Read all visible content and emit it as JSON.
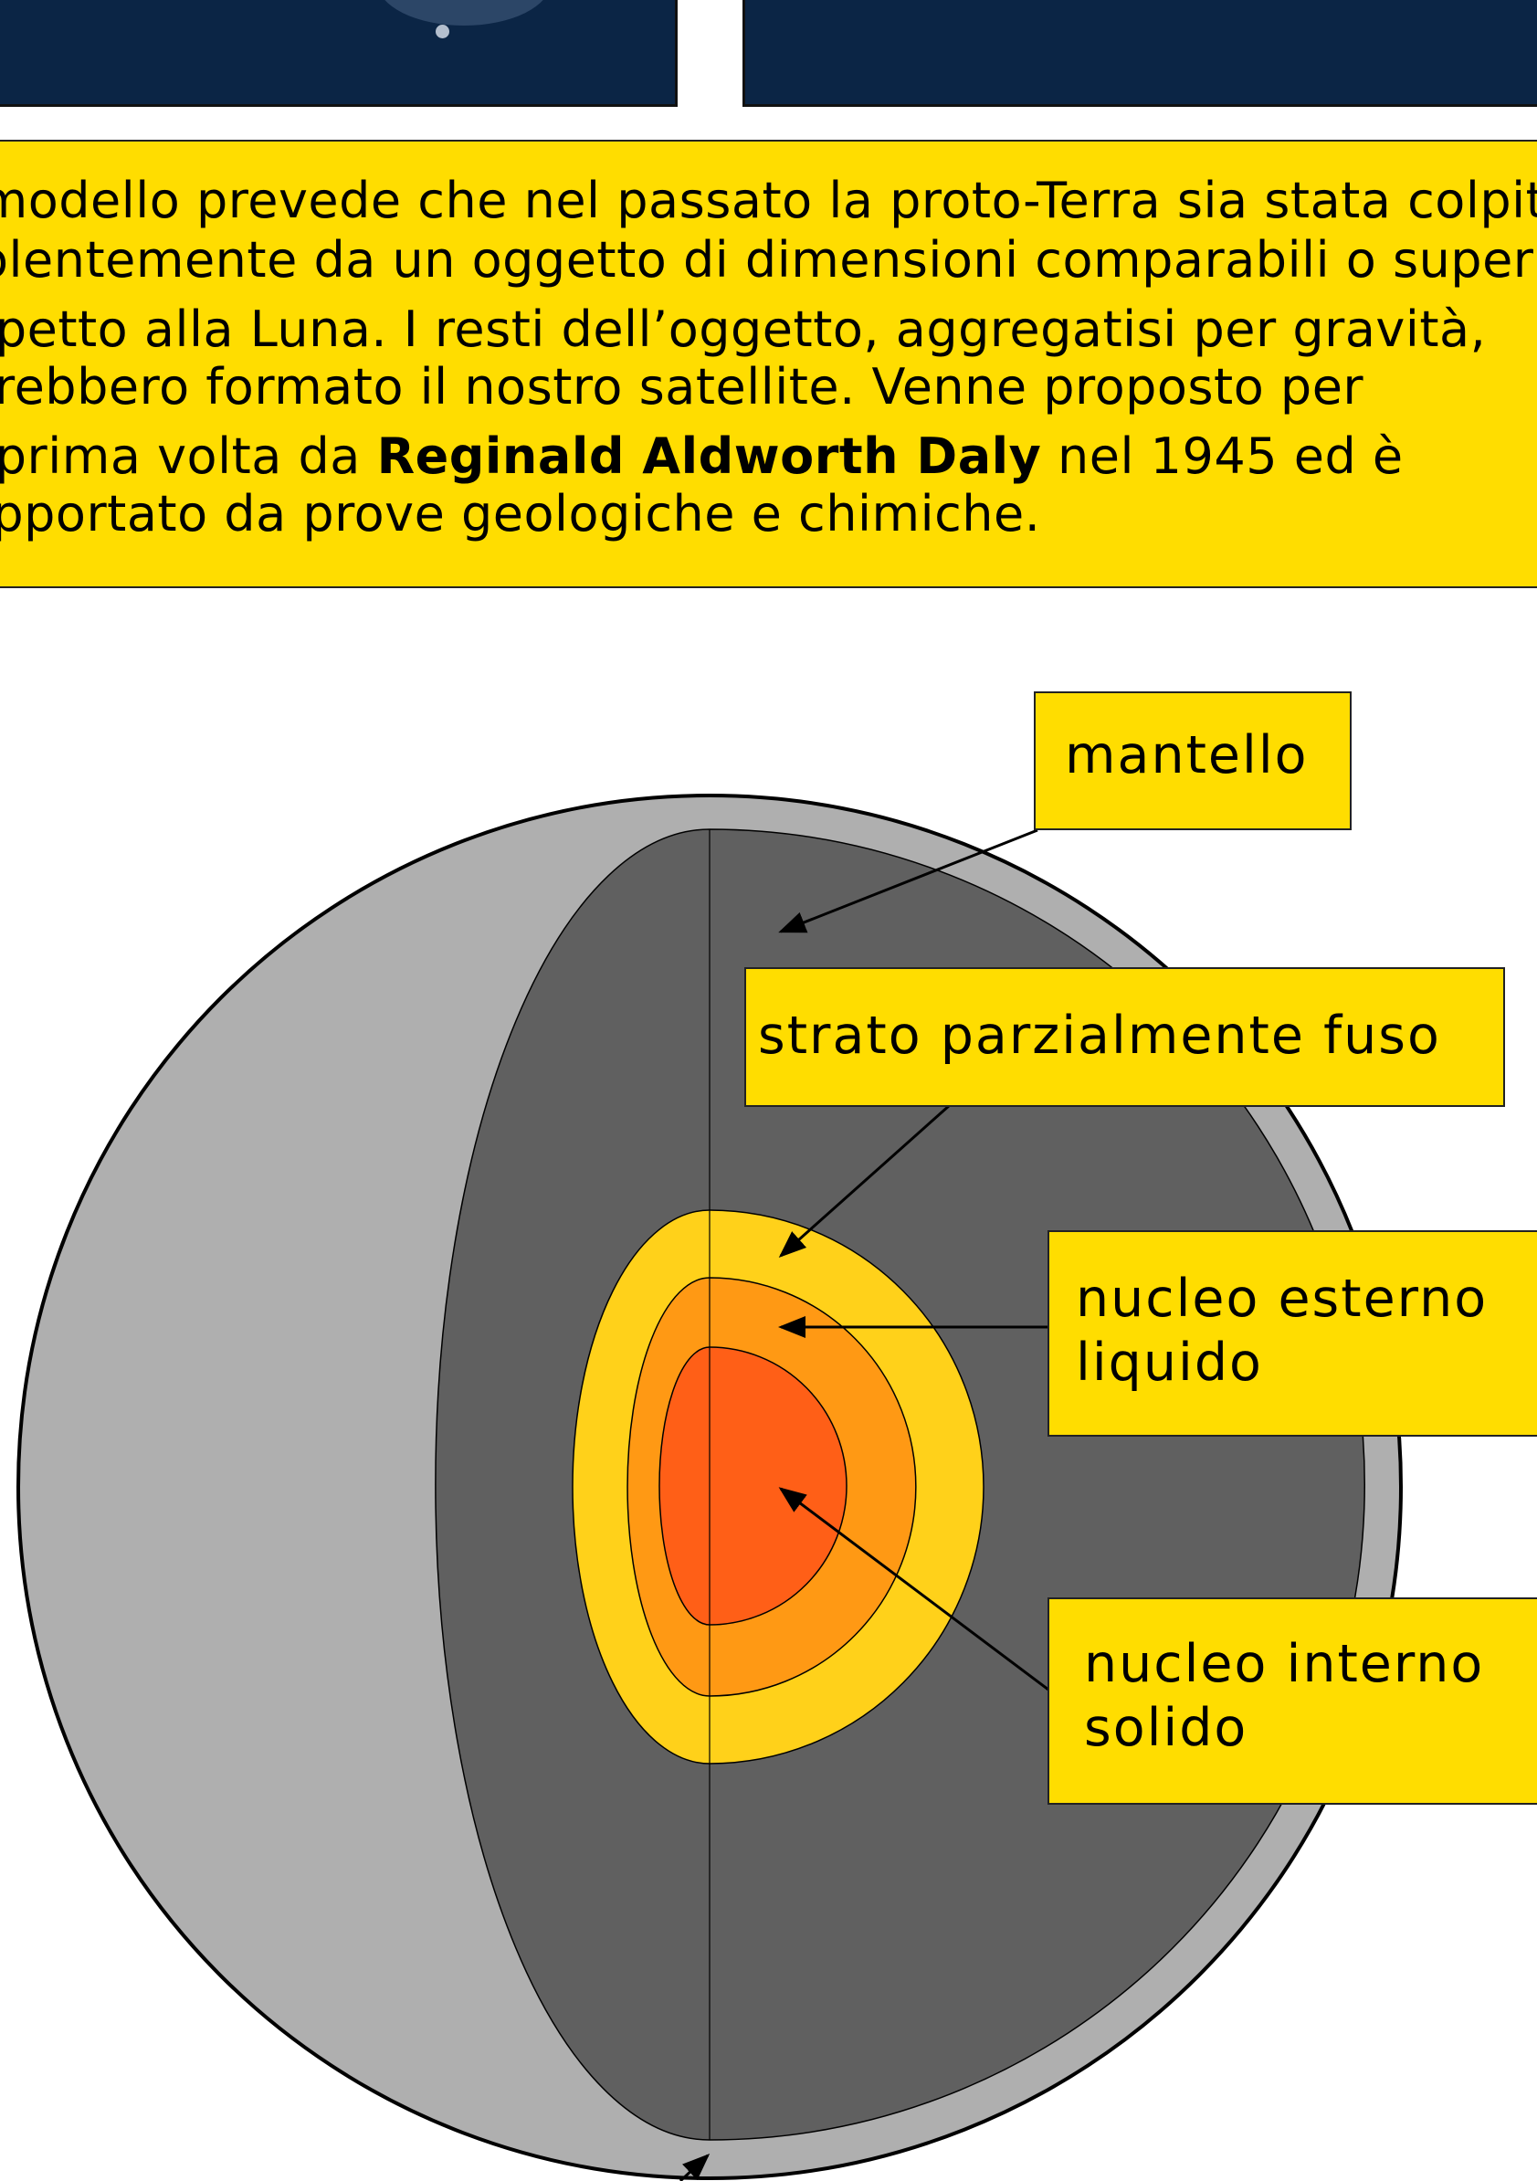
{
  "caption": {
    "lines": [
      {
        "text": "Il modello prevede che nel passato la proto-Terra sia stata colpita"
      },
      {
        "text": "violentemente da un oggetto di dimensioni comparabili o superiori"
      },
      {
        "text": "rispetto alla Luna. I resti dell’oggetto, aggregatisi per gravità,"
      },
      {
        "text": "avrebbero formato il nostro satellite.  Venne proposto per"
      },
      {
        "before": "la prima volta da ",
        "bold": "Reginald Aldworth Daly",
        "after": " nel 1945 ed è"
      },
      {
        "text": "supportato da prove geologiche e chimiche."
      }
    ]
  },
  "diagram": {
    "labels": {
      "mantle": "mantello",
      "partially_molten_layer": "strato parzialmente fuso",
      "outer_core": [
        "nucleo esterno",
        "liquido"
      ],
      "inner_core": [
        "nucleo interno",
        "solido"
      ]
    },
    "colors": {
      "crust": "#afafaf",
      "mantle": "#606060",
      "partially_molten_layer": "#ffd11a",
      "outer_core": "#ff9914",
      "inner_core": "#ff5f17",
      "label_background": "#ffdd00",
      "top_panels": "#0b2545"
    }
  }
}
